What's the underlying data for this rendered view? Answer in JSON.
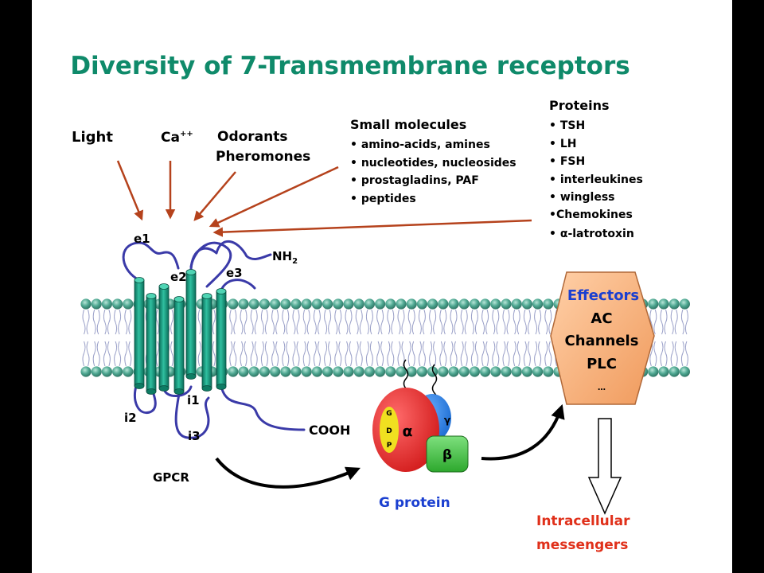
{
  "title": "Diversity of 7-Transmembrane receptors",
  "ligands": {
    "light": "Light",
    "calcium": "Ca",
    "calcium_charge": "++",
    "odorants": "Odorants",
    "pheromones": "Pheromones"
  },
  "small_molecules": {
    "heading": "Small molecules",
    "items": [
      "• amino-acids, amines",
      "• nucleotides, nucleosides",
      "• prostagladins, PAF",
      "• peptides"
    ]
  },
  "proteins": {
    "heading": "Proteins",
    "items": [
      "• TSH",
      "• LH",
      "• FSH",
      "• interleukines",
      "• wingless",
      "•Chemokines",
      "• α-latrotoxin"
    ]
  },
  "receptor_labels": {
    "e1": "e1",
    "e2": "e2",
    "e3": "e3",
    "i1": "i1",
    "i2": "i2",
    "i3": "i3",
    "nh2": "NH",
    "nh2_sub": "2",
    "cooh": "COOH",
    "gpcr": "GPCR"
  },
  "g_protein": {
    "gdp": [
      "G",
      "D",
      "P"
    ],
    "alpha": "α",
    "beta": "β",
    "gamma": "γ",
    "label": "G protein"
  },
  "effectors": {
    "heading": "Effectors",
    "items": [
      "AC",
      "Channels",
      "PLC",
      "…"
    ]
  },
  "output_label_lines": [
    "Intracellular",
    "messengers"
  ],
  "colors": {
    "title": "#0f8a6a",
    "arrow": "#b5421c",
    "loop": "#3a3aa8",
    "helix": "#139b80",
    "membrane": "#3f9a86",
    "alpha": "#e02a2a",
    "beta": "#3dc23d",
    "gamma": "#2a7fe0",
    "gdp": "#f0e020",
    "effector": "#f5ad7a",
    "effector_text": "#1a3fd0",
    "blue_label": "#1a3fd0",
    "output_label": "#e0301a"
  }
}
